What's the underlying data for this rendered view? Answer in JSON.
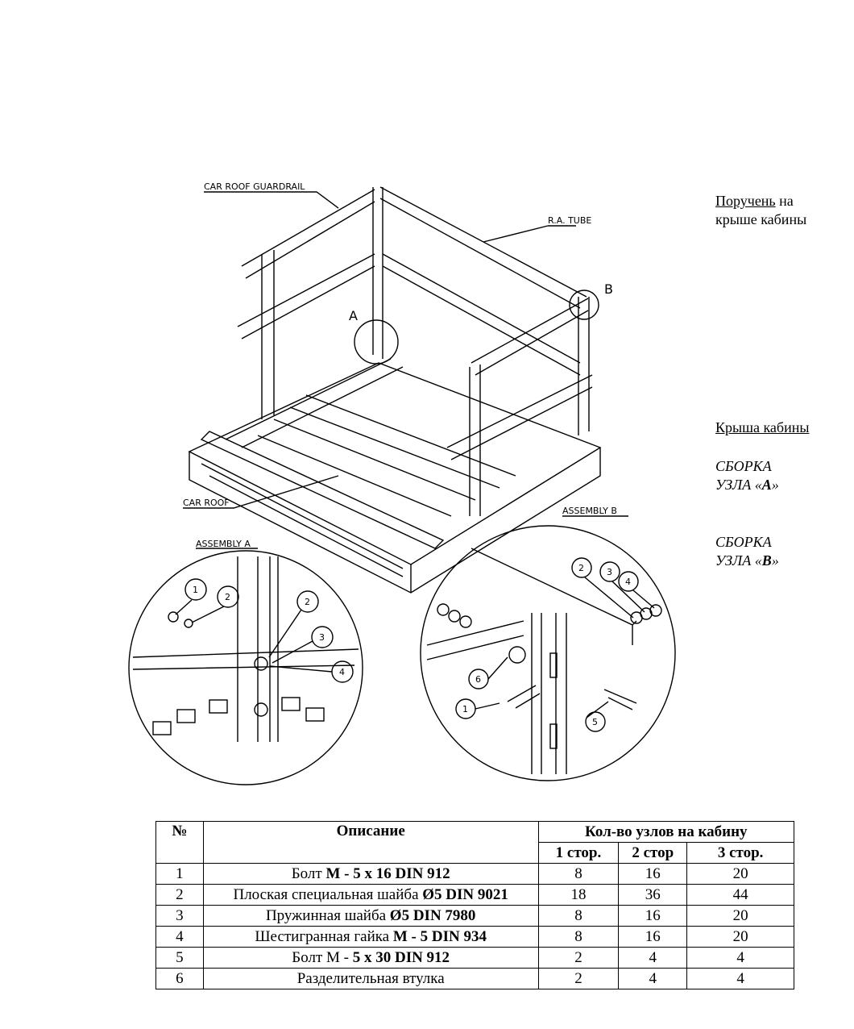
{
  "drawing_labels": {
    "guardrail": "CAR ROOF GUARDRAIL",
    "tube": "R.A. TUBE",
    "car_roof": "CAR ROOF",
    "assembly_a": "ASSEMBLY A",
    "assembly_b": "ASSEMBLY B",
    "detail_a": "A",
    "detail_b": "B",
    "balloons_a": [
      "1",
      "2",
      "2",
      "3",
      "4"
    ],
    "balloons_b": [
      "2",
      "3",
      "4",
      "6",
      "1",
      "5"
    ]
  },
  "callouts": {
    "handrail_word": "Поручень",
    "handrail_rest1": " на",
    "handrail_rest2": "крыше кабины",
    "roof": "Крыша кабины",
    "assembly_a_l1": "СБОРКА",
    "assembly_a_l2": "УЗЛА «",
    "assembly_a_letter": "А",
    "assembly_a_end": "»",
    "assembly_b_l1": "СБОРКА",
    "assembly_b_l2": "УЗЛА «",
    "assembly_b_letter": "В",
    "assembly_b_end": "»"
  },
  "table": {
    "h_num": "№",
    "h_desc": "Описание",
    "h_qty": "Кол-во узлов на кабину",
    "h_sides": [
      "1 стор.",
      "2 стор",
      "3 стор."
    ],
    "rows": [
      {
        "num": "1",
        "desc": "Болт ",
        "desc_b": "М - 5 x 16 DIN 912",
        "desc_pre_b": "",
        "q": [
          "8",
          "16",
          "20"
        ]
      },
      {
        "num": "2",
        "desc": "Плоская специальная шайба ",
        "desc_b": "Ø5 DIN 9021",
        "q": [
          "18",
          "36",
          "44"
        ]
      },
      {
        "num": "3",
        "desc": "Пружинная шайба ",
        "desc_b": "Ø5 DIN 7980",
        "q": [
          "8",
          "16",
          "20"
        ]
      },
      {
        "num": "4",
        "desc": "Шестигранная гайка ",
        "desc_b": "М - 5 DIN 934",
        "q": [
          "8",
          "16",
          "20"
        ]
      },
      {
        "num": "5",
        "desc": "Болт М - ",
        "desc_b": "5 x 30 DIN 912",
        "q": [
          "2",
          "4",
          "4"
        ]
      },
      {
        "num": "6",
        "desc": "Разделительная втулка",
        "desc_b": "",
        "q": [
          "2",
          "4",
          "4"
        ]
      }
    ]
  }
}
